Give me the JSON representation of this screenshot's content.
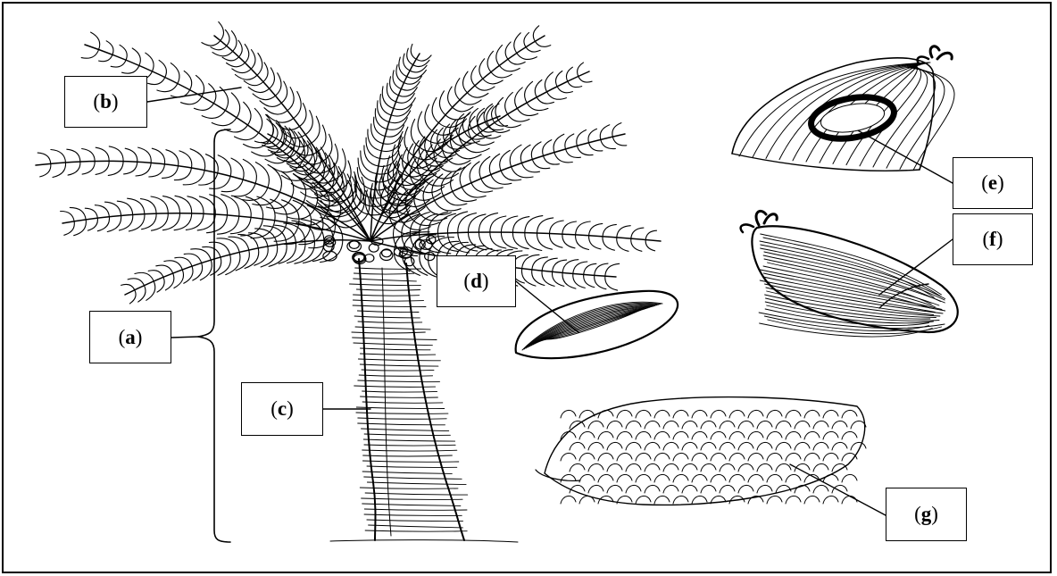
{
  "labels": {
    "a": "a",
    "b": "b",
    "c": "c",
    "d": "d",
    "e": "e",
    "f": "f",
    "g": "g"
  },
  "colors": {
    "ink": "#000000",
    "paper": "#ffffff"
  }
}
